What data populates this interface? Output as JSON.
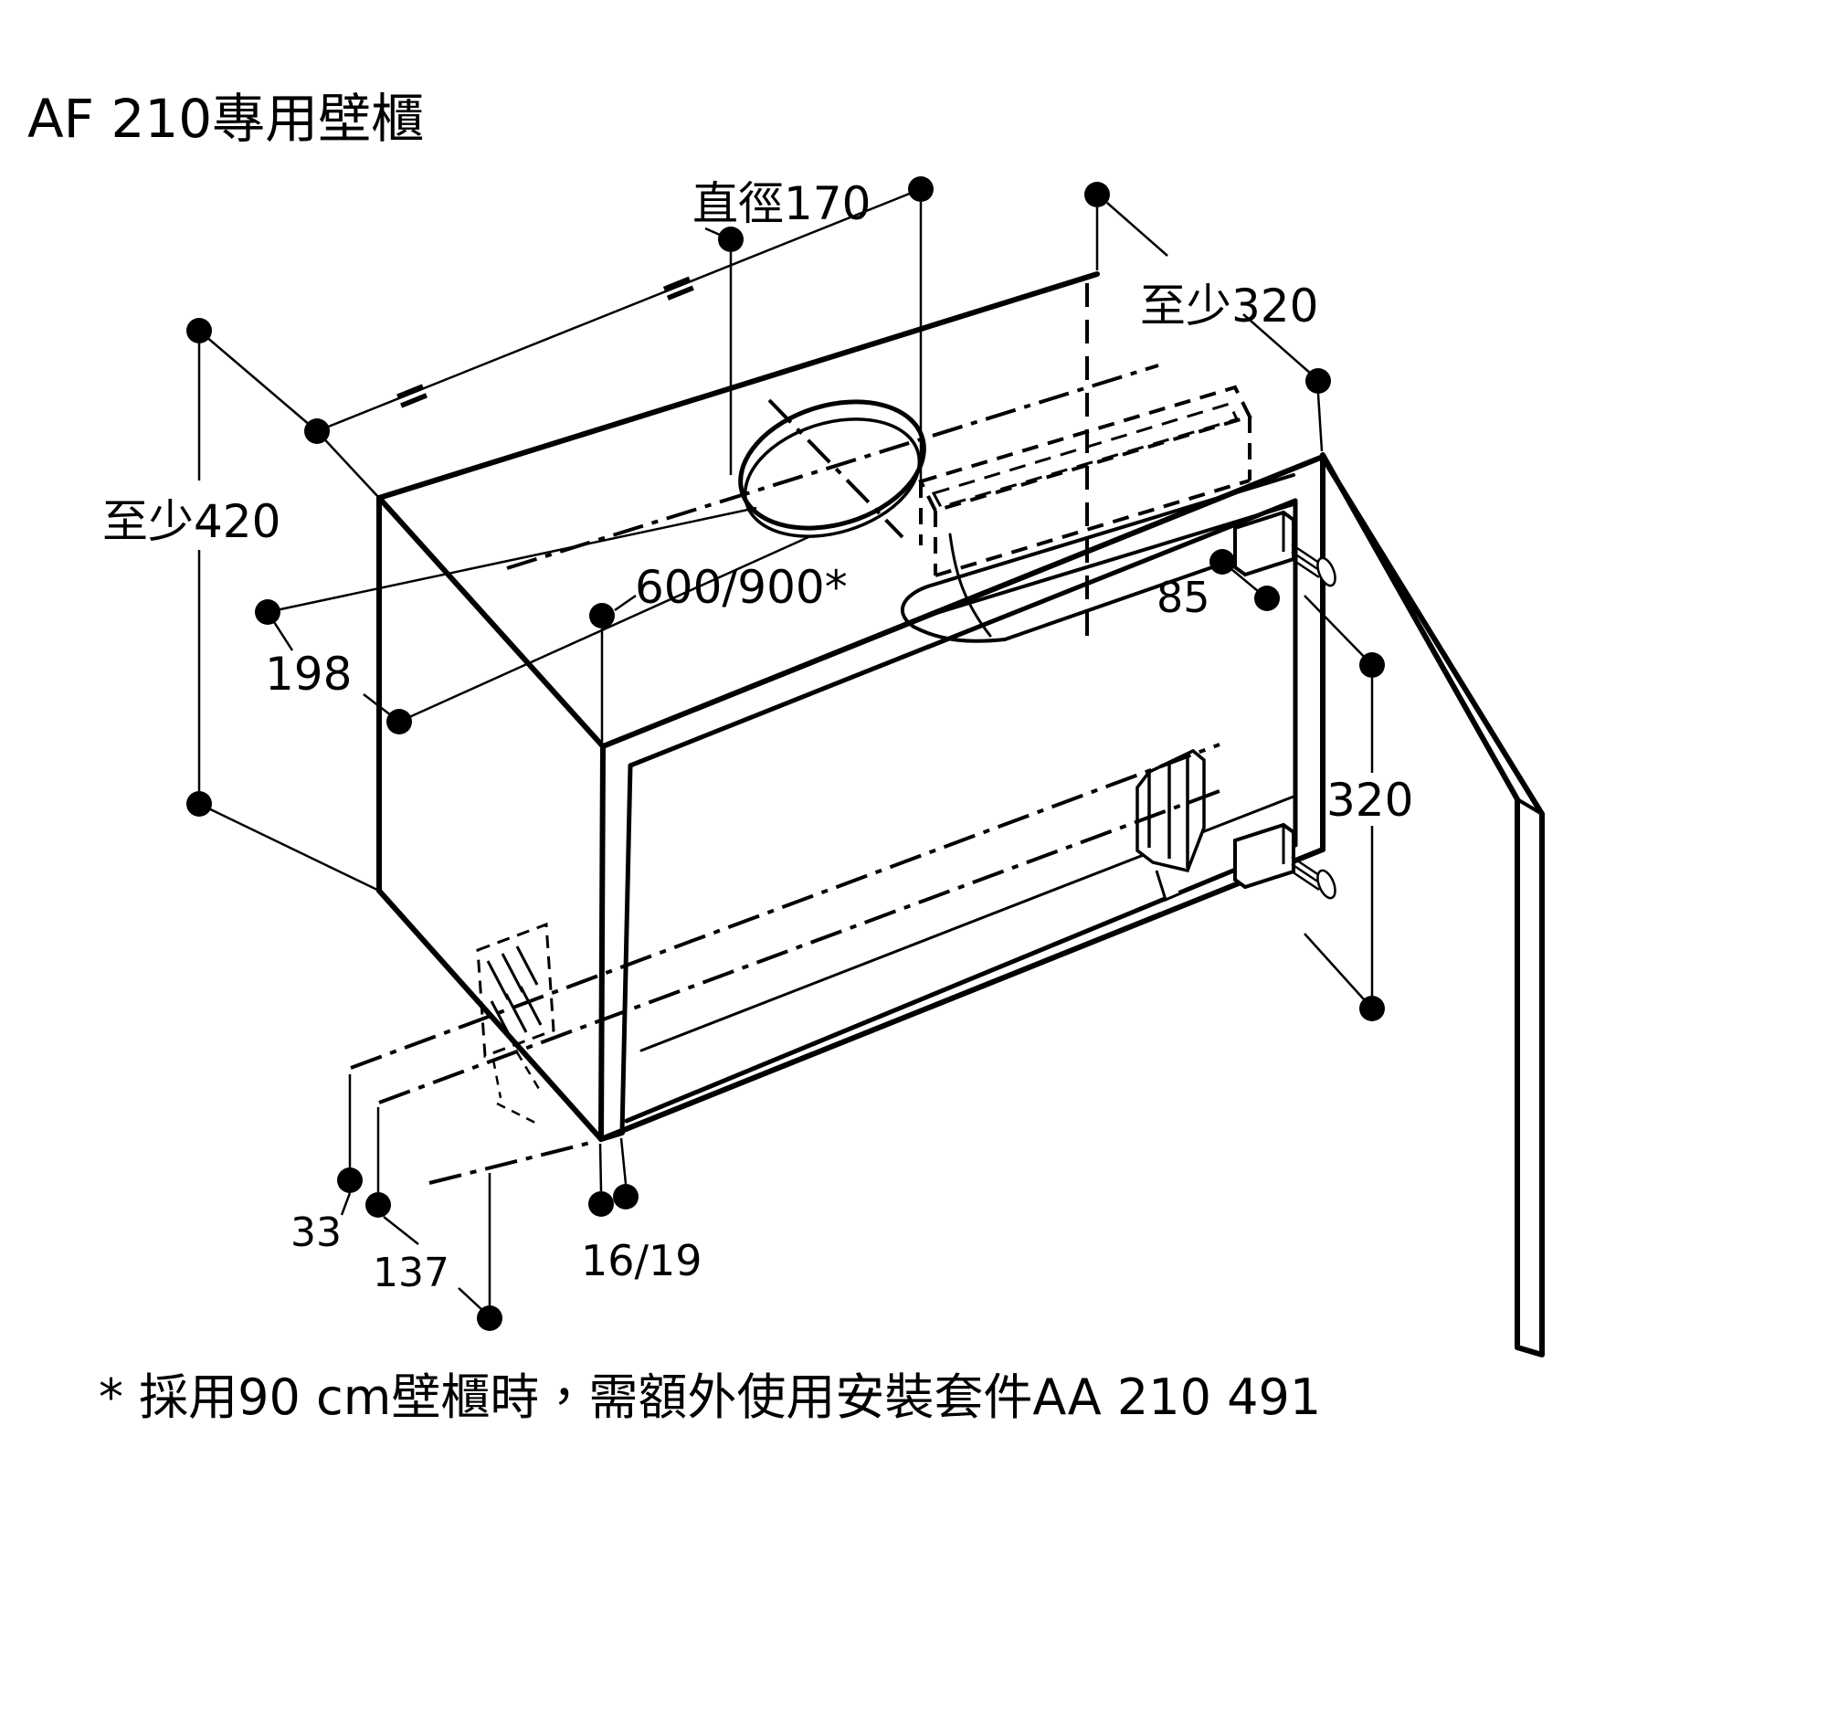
{
  "page": {
    "background": "#ffffff",
    "line_color": "#000000"
  },
  "title": "AF 210專用壁櫃",
  "labels": {
    "diameter": "直徑170",
    "min_depth": "至少320",
    "min_height": "至少420",
    "cabinet_width": "600/900*",
    "dim_198": "198",
    "dim_85": "85",
    "hinge_spacing": "320",
    "dim_33": "33",
    "dim_137": "137",
    "panel_thickness": "16/19",
    "equal_left": "=",
    "equal_right": "="
  },
  "footnote": "* 採用90 cm壁櫃時，需額外使用安裝套件AA 210 491"
}
